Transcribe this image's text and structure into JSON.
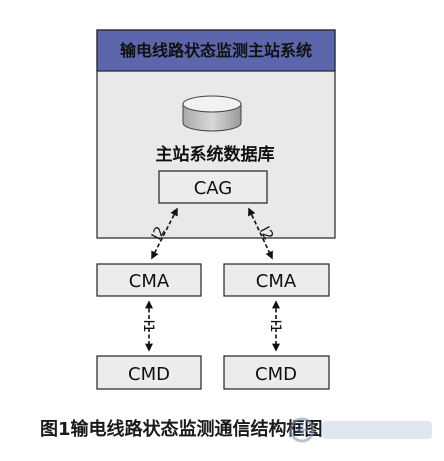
{
  "master_system": {
    "title": "输电线路状态监测主站系统",
    "database_label": "主站系统数据库"
  },
  "nodes": {
    "cag": "CAG",
    "cma_left": "CMA",
    "cma_right": "CMA",
    "cmd_left": "CMD",
    "cmd_right": "CMD"
  },
  "interfaces": {
    "i2_left": "I2",
    "i2_right": "I2",
    "i1_left": "I1",
    "i1_right": "I1"
  },
  "caption": "图1输电线路状态监测通信结构框图",
  "colors": {
    "header_fill": "#5b66ad",
    "panel_fill": "#e9e9ea",
    "box_fill": "#ececed",
    "border": "#222222",
    "cylinder_fill": "#c9c9cb",
    "cylinder_top": "#f2f2f3"
  }
}
